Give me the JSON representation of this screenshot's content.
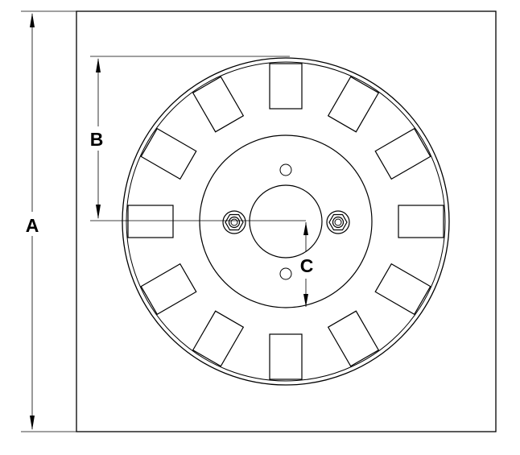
{
  "labels": {
    "a": "A",
    "b": "B",
    "c": "C"
  },
  "disc": {
    "slot_count": 12,
    "mounting_hole_count": 2,
    "nut_count": 2
  },
  "colors": {
    "line": "#000000",
    "background": "#ffffff"
  }
}
